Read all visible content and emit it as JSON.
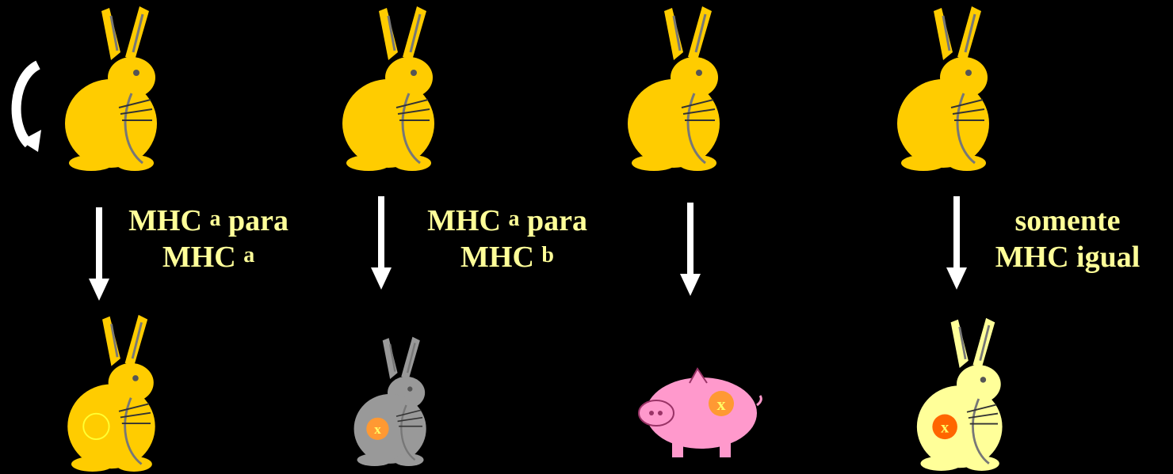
{
  "colors": {
    "background": "#000000",
    "label": "#ffff99",
    "rabbit_donor": "#ffcc00",
    "rabbit_gray": "#999999",
    "rabbit_pale": "#ffff99",
    "pig": "#ff99cc",
    "graft_mark": "#ff9933",
    "graft_mark_dark": "#ff6600"
  },
  "columns": [
    {
      "id": "autograft",
      "arrow": true,
      "label_line1": "MHC ",
      "label_sup1": "a",
      "label_line1b": " para",
      "label_line2": "MHC ",
      "label_sup2": "a",
      "recipient": "rabbit-same",
      "graft_mark": ""
    },
    {
      "id": "allograft",
      "arrow": true,
      "label_line1": "MHC ",
      "label_sup1": "a",
      "label_line1b": " para",
      "label_line2": "MHC ",
      "label_sup2": "b",
      "recipient": "rabbit-gray",
      "graft_mark": "x"
    },
    {
      "id": "xenograft",
      "arrow": true,
      "recipient": "pig",
      "graft_mark": "x"
    },
    {
      "id": "syngeneic",
      "arrow": true,
      "label_line1": "somente",
      "label_line2": "MHC  igual",
      "recipient": "rabbit-pale",
      "graft_mark": "x"
    }
  ]
}
